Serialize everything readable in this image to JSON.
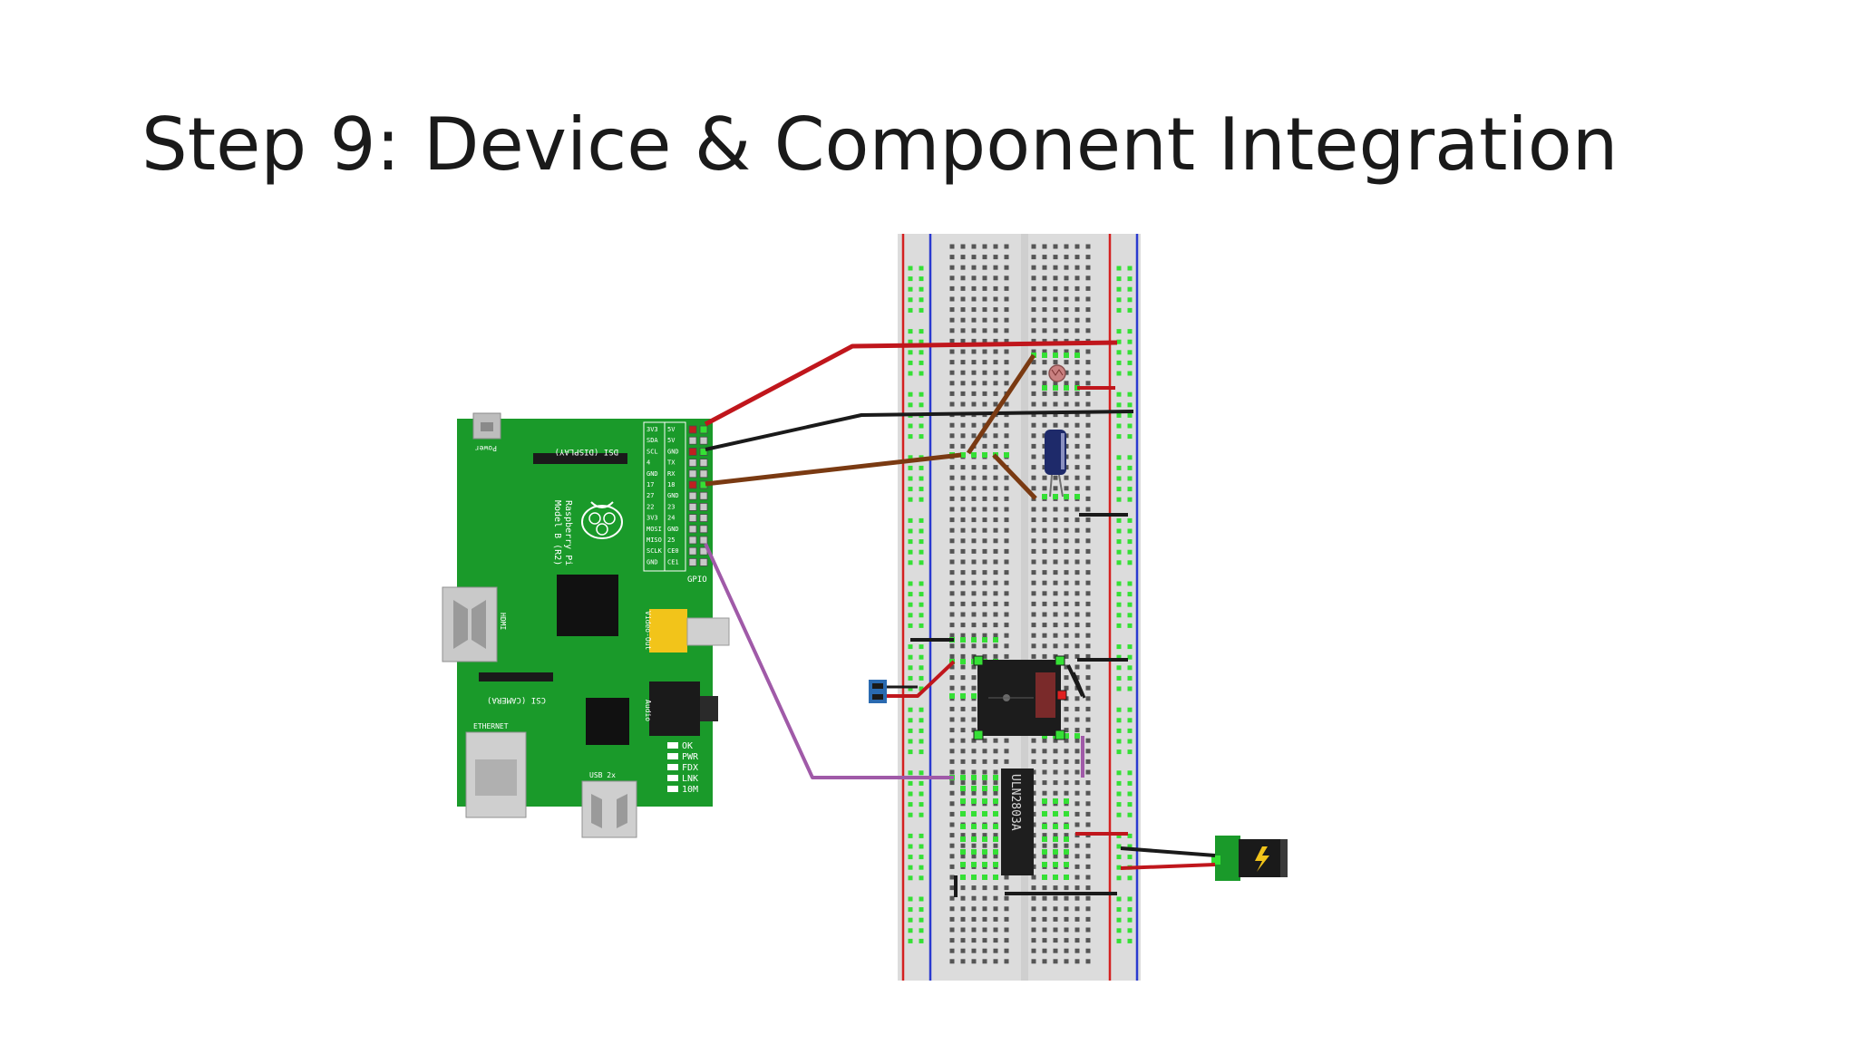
{
  "slide": {
    "title": "Step 9: Device & Component Integration"
  },
  "board": {
    "power_label": "Power",
    "dsi_label": "DSI (DISPLAY)",
    "model_line1": "Raspberry Pi",
    "model_line2": "Model B (R2)",
    "hdmi_label": "HDMI",
    "video_label": "Video-Out",
    "audio_label": "Audio",
    "csi_label": "CSI (CAMERA)",
    "ethernet_label": "ETHERNET",
    "usb_label": "USB 2x",
    "gpio_label": "GPIO",
    "leds": [
      "OK",
      "PWR",
      "FDX",
      "LNK",
      "10M"
    ],
    "pin_pairs": [
      [
        "3V3",
        "5V"
      ],
      [
        "SDA",
        "5V"
      ],
      [
        "SCL",
        "GND"
      ],
      [
        "4",
        "TX"
      ],
      [
        "GND",
        "RX"
      ],
      [
        "17",
        "18"
      ],
      [
        "27",
        "GND"
      ],
      [
        "22",
        "23"
      ],
      [
        "3V3",
        "24"
      ],
      [
        "MOSI",
        "GND"
      ],
      [
        "MISO",
        "25"
      ],
      [
        "SCLK",
        "CE0"
      ],
      [
        "GND",
        "CE1"
      ]
    ]
  },
  "ic": {
    "label": "ULN2803A"
  },
  "colors": {
    "pcb": "#1a9a2a",
    "wire_red": "#c0161c",
    "wire_black": "#1a1a1a",
    "wire_brown": "#7a3a12",
    "wire_purple": "#a05aa8",
    "rail_red": "#d42020",
    "rail_blue": "#2a3ad0",
    "hole_active": "#35e035"
  },
  "icons": [
    "power-jack-icon",
    "lightning-icon",
    "raspberry-logo-icon"
  ]
}
